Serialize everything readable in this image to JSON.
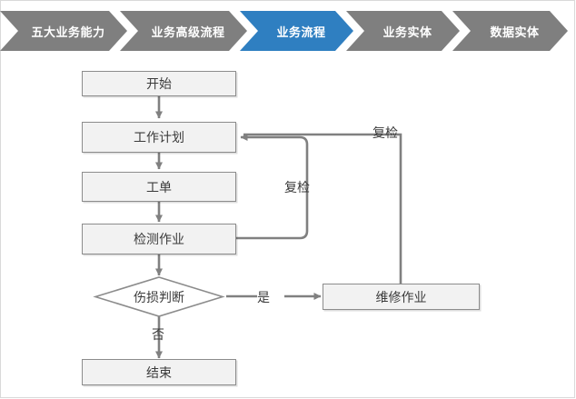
{
  "breadcrumb": {
    "items": [
      {
        "label": "五大业务能力",
        "state": "inactive"
      },
      {
        "label": "业务高级流程",
        "state": "inactive"
      },
      {
        "label": "业务流程",
        "state": "active"
      },
      {
        "label": "业务实体",
        "state": "inactive"
      },
      {
        "label": "数据实体",
        "state": "inactive"
      }
    ],
    "active_color": "#2f7fc1",
    "inactive_color": "#7f7f7f",
    "text_color": "#ffffff"
  },
  "flowchart": {
    "nodes": [
      {
        "id": "start",
        "label": "开始",
        "shape": "rectangle"
      },
      {
        "id": "work_plan",
        "label": "工作计划",
        "shape": "rectangle"
      },
      {
        "id": "work_order",
        "label": "工单",
        "shape": "rectangle"
      },
      {
        "id": "inspection",
        "label": "检测作业",
        "shape": "rectangle"
      },
      {
        "id": "decision",
        "label": "伤损判断",
        "shape": "diamond"
      },
      {
        "id": "repair",
        "label": "维修作业",
        "shape": "rectangle"
      },
      {
        "id": "end",
        "label": "结束",
        "shape": "rectangle"
      }
    ],
    "edge_labels": [
      {
        "id": "recheck_inner",
        "label": "复检"
      },
      {
        "id": "recheck_outer",
        "label": "复检"
      },
      {
        "id": "yes",
        "label": "是"
      },
      {
        "id": "no",
        "label": "否"
      }
    ],
    "node_fill": "#f2f2f2",
    "node_border": "#8c8c8c",
    "connector_color": "#808080",
    "text_color": "#3b3b3b"
  }
}
